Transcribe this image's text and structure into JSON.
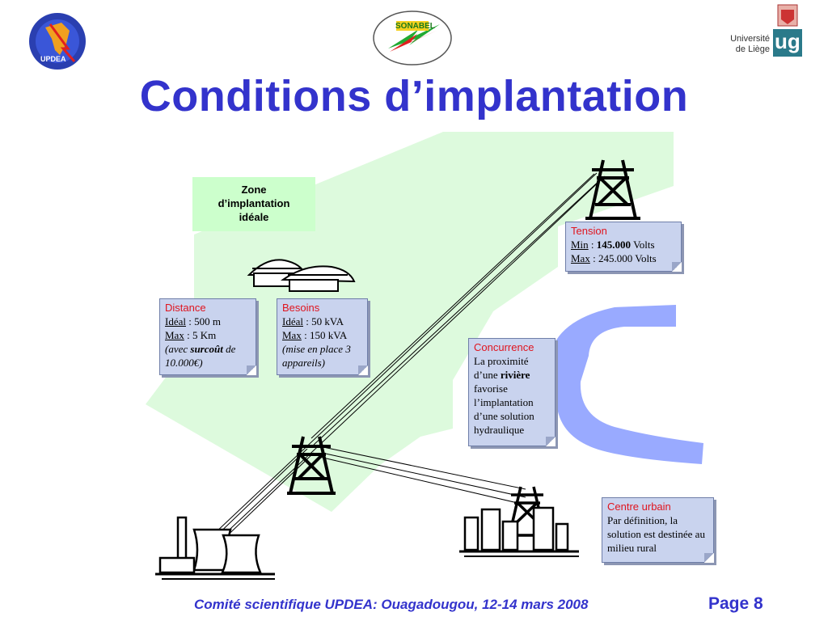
{
  "title": "Conditions d’implantation",
  "logos": {
    "left": "UPDEA",
    "center": "SONABEL",
    "right_line1": "Université",
    "right_line2": "de Liège",
    "right_mark": "ug"
  },
  "zone": {
    "line1": "Zone",
    "line2": "d’implantation",
    "line3": "idéale"
  },
  "tension": {
    "heading": "Tension",
    "min_label": "Min",
    "min_value": "145.000",
    "min_unit": "Volts",
    "max_label": "Max",
    "max_value": "245.000 Volts"
  },
  "distance": {
    "heading": "Distance",
    "ideal_label": "Idéal",
    "ideal_value": "500 m",
    "max_label": "Max",
    "max_value": "5 Km",
    "extra_open": "(avec ",
    "extra_bold": "surcoût",
    "extra_rest": " de 10.000€)"
  },
  "besoins": {
    "heading": "Besoins",
    "ideal_label": "Idéal",
    "ideal_value": "50 kVA",
    "max_label": "Max",
    "max_value": "150 kVA",
    "extra": "(mise en place 3 appareils)"
  },
  "concurrence": {
    "heading": "Concurrence",
    "text1": "La proximité d’une ",
    "text_bold": "rivière",
    "text2": " favorise l’implantation d’une solution hydraulique"
  },
  "centre": {
    "heading": "Centre urbain",
    "text": "Par définition, la solution est destinée au milieu rural"
  },
  "footer": "Comité scientifique UPDEA: Ouagadougou, 12-14 mars 2008",
  "page": "Page 8",
  "colors": {
    "title": "#3333cc",
    "note_bg": "#c9d3ee",
    "heading": "#e0141e",
    "zone_bg": "#ccffcc",
    "river": "#99aaff"
  }
}
